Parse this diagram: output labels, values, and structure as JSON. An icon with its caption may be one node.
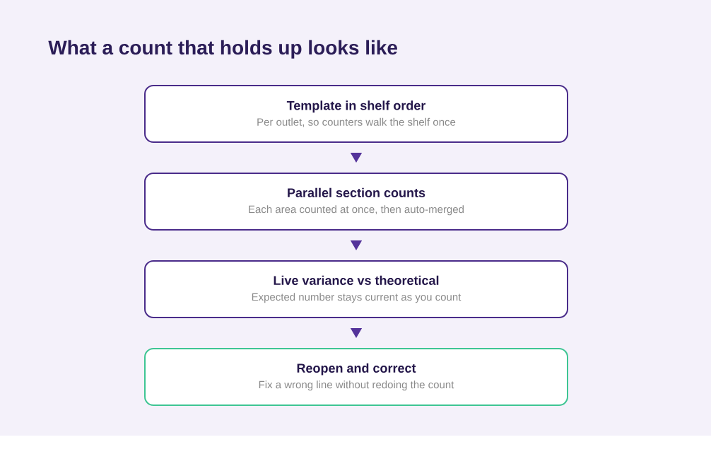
{
  "diagram": {
    "title": "What a count that holds up looks like",
    "nodes": [
      {
        "text": [
          "Template in shelf order",
          "Per outlet, so counters walk the shelf once"
        ]
      },
      {
        "text": [
          "Parallel section counts",
          "Each area counted at once, then auto-merged"
        ]
      },
      {
        "text": [
          "Live variance vs theoretical",
          "Expected number stays current as you count"
        ]
      },
      {
        "text": [
          "Reopen and correct",
          "Fix a wrong line without redoing the count"
        ]
      }
    ],
    "edges": [
      {
        "from": 0,
        "to": 1,
        "arrow": "to"
      },
      {
        "from": 1,
        "to": 2,
        "arrow": "to"
      },
      {
        "from": 2,
        "to": 3,
        "arrow": "to"
      }
    ]
  }
}
